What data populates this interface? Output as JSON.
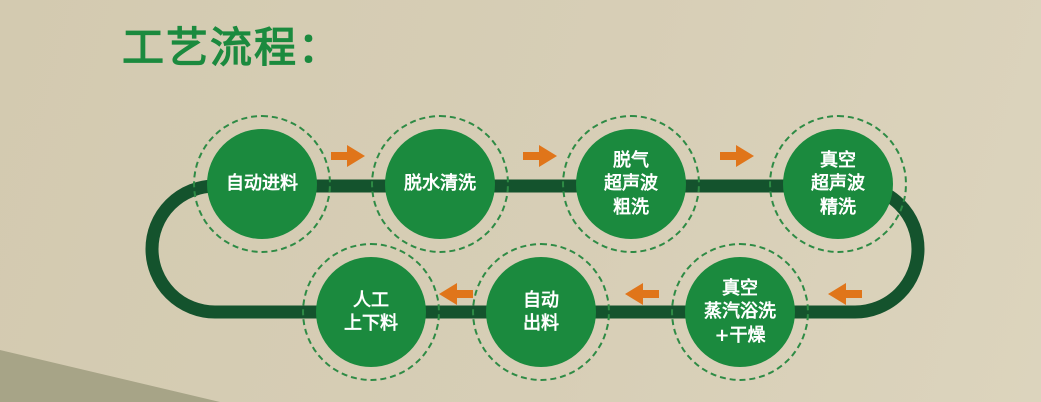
{
  "page": {
    "title": "工艺流程："
  },
  "colors": {
    "background": "#d6cdb4",
    "circle_fill": "#1b8a3e",
    "circle_dash": "#2e8b45",
    "track": "#14532d",
    "arrow": "#e0751a",
    "title": "#1b8a3e",
    "wedge": "#a7a487",
    "text": "#ffffff"
  },
  "flow": {
    "steps": [
      {
        "label": "自动进料",
        "row": "top"
      },
      {
        "label": "脱水清洗",
        "row": "top"
      },
      {
        "label": "脱气\n超声波\n粗洗",
        "row": "top"
      },
      {
        "label": "真空\n超声波\n精洗",
        "row": "top"
      },
      {
        "label": "真空\n蒸汽浴洗\n+干燥",
        "row": "bottom"
      },
      {
        "label": "自动\n出料",
        "row": "bottom"
      },
      {
        "label": "人工\n上下料",
        "row": "bottom"
      }
    ],
    "arrows": [
      {
        "direction": "right"
      },
      {
        "direction": "right"
      },
      {
        "direction": "right"
      },
      {
        "direction": "left"
      },
      {
        "direction": "left"
      },
      {
        "direction": "left"
      }
    ]
  }
}
